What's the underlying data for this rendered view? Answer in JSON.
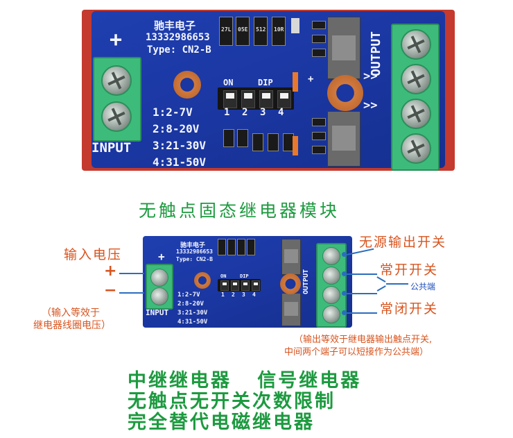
{
  "board_large": {
    "brand": "驰丰电子",
    "phone": "13332986653",
    "type": "Type: CN2-B",
    "plus": "+",
    "input_label": "INPUT",
    "output_label": "OUTPUT",
    "dip_on": "ON",
    "dip_label": "DIP",
    "dip_numbers": [
      "1",
      "2",
      "3",
      "4"
    ],
    "ranges": [
      "1:2-7V",
      "2:8-20V",
      "3:21-30V",
      "4:31-50V"
    ],
    "smd_codes": [
      "27L",
      "05E",
      "512",
      "10R"
    ],
    "out_arrows": ">>"
  },
  "title": "无触点固态继电器模块",
  "board_small": {
    "brand": "驰丰电子",
    "phone": "13332986653",
    "type": "Type: CN2-B",
    "plus": "+",
    "input_label": "INPUT",
    "output_label": "OUTPUT",
    "dip_on": "ON",
    "dip_label": "DIP",
    "dip_numbers": [
      "1",
      "2",
      "3",
      "4"
    ],
    "ranges": [
      "1:2-7V",
      "2:8-20V",
      "3:21-30V",
      "4:31-50V"
    ]
  },
  "annotations": {
    "input_voltage": "输入电压",
    "plus": "+",
    "minus": "−",
    "input_note_line1": "（输入等效于",
    "input_note_line2": "继电器线圈电压）",
    "passive_switch": "无源输出开关",
    "normally_open": "常开开关",
    "common": "公共端",
    "normally_closed": "常闭开关",
    "output_note_line1": "（输出等效于继电器输出触点开关,",
    "output_note_line2": "中间两个端子可以短接作为公共端）"
  },
  "features": {
    "line1": "中继继电器   信号继电器",
    "line2": "无触点无开关次数限制",
    "line3": "完全替代电磁继电器"
  },
  "colors": {
    "pcb_blue": "#1a36a0",
    "terminal_green": "#3dbb7a",
    "title_green": "#1c9a3f",
    "label_orange": "#d8541f",
    "leader_blue": "#2a6dbf"
  }
}
